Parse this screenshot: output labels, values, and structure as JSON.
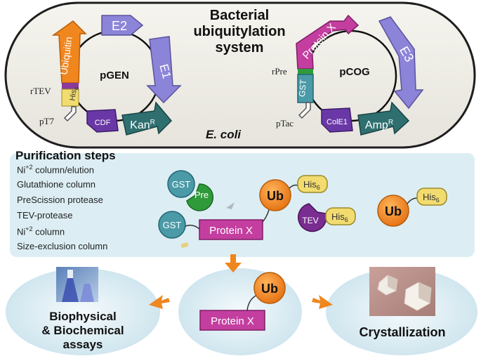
{
  "system_title": [
    "Bacterial",
    "ubiquitylation",
    "system"
  ],
  "cell_label": "E. coli",
  "plasmid_left": {
    "name": "pGEN",
    "genes": [
      "Ubiquitin",
      "E2",
      "E1",
      "His",
      "CDF",
      "Kan"
    ],
    "his_sub": "6",
    "kan_sup": "R",
    "sites": [
      "rTEV",
      "pT7"
    ]
  },
  "plasmid_right": {
    "name": "pCOG",
    "genes": [
      "Protein X",
      "E3",
      "GST",
      "ColE1",
      "Amp"
    ],
    "amp_sup": "R",
    "sites": [
      "rPre",
      "pTac"
    ]
  },
  "purification": {
    "title": "Purification steps",
    "steps": [
      {
        "pre": "Ni",
        "sup": "+2",
        "post": " column/elution"
      },
      {
        "pre": "Glutathione column",
        "sup": "",
        "post": ""
      },
      {
        "pre": "PreScission protease",
        "sup": "",
        "post": ""
      },
      {
        "pre": "TEV-protease",
        "sup": "",
        "post": ""
      },
      {
        "pre": "Ni",
        "sup": "+2",
        "post": " column"
      },
      {
        "pre": "Size-exclusion column",
        "sup": "",
        "post": ""
      }
    ]
  },
  "molecules": {
    "gst": "GST",
    "pre": "Pre",
    "tev": "TEV",
    "his": "His",
    "his_sub": "6",
    "ub": "Ub",
    "protein_x": "Protein X"
  },
  "outcomes": {
    "left": [
      "Biophysical",
      "& Biochemical",
      "assays"
    ],
    "right": "Crystallization"
  },
  "colors": {
    "orange": "#f0861e",
    "purple_gene": "#8c84d8",
    "magenta": "#c43ea0",
    "teal": "#2f6f70",
    "gst": "#4a9aa8",
    "his_yellow": "#f2dc70",
    "pre_green": "#2f9a3a",
    "tev_purple": "#7a2d90",
    "cell_bg": "#efeee8",
    "panel_bg": "#dceef4"
  }
}
